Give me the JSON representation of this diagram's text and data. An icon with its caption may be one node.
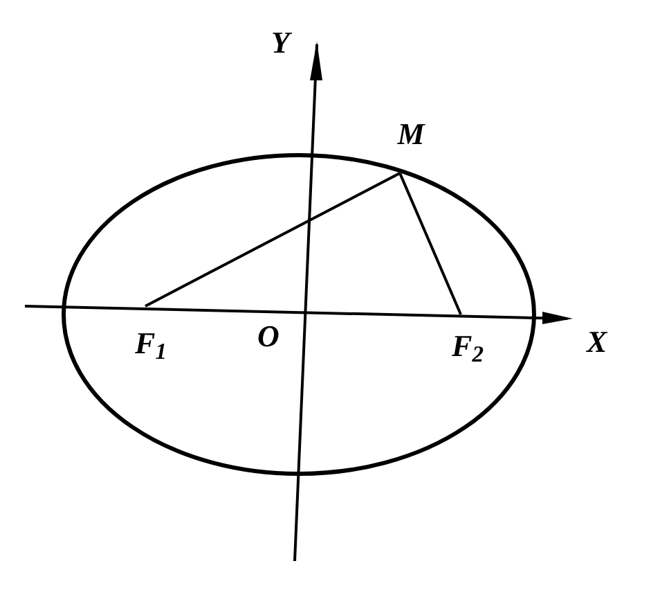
{
  "diagram": {
    "nodes": [
      {
        "text": [
          "F$_{1}$"
        ]
      },
      {
        "text": [
          "F$_{2}$"
        ]
      },
      {
        "text": [
          "M"
        ]
      }
    ],
    "edges": [
      {
        "from": 2,
        "to": 0,
        "arrow": "none"
      },
      {
        "from": 2,
        "to": 1,
        "arrow": "none"
      }
    ],
    "labels": [
      "Y",
      "O",
      "X"
    ]
  }
}
